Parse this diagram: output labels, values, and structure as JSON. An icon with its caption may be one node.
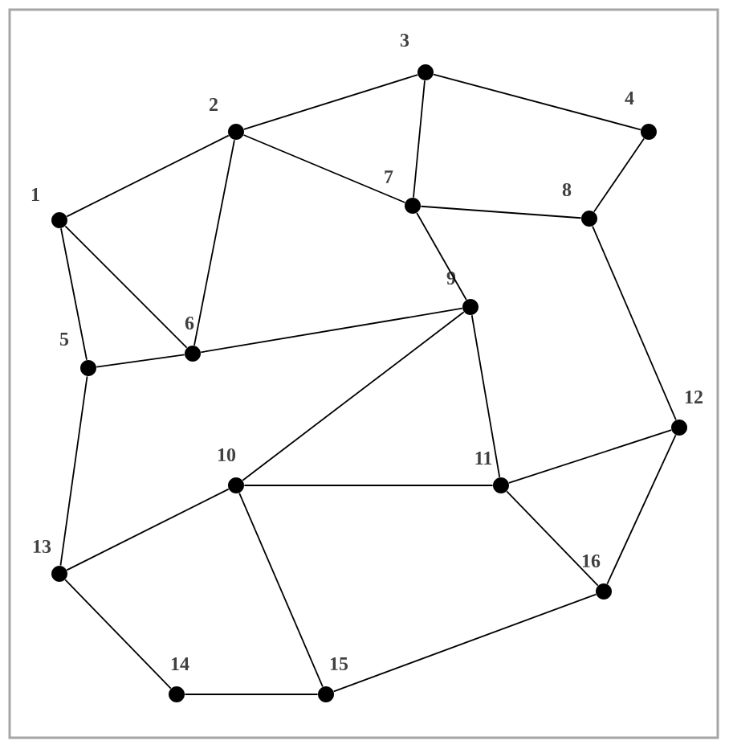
{
  "diagram": {
    "nodes": [
      {
        "text": [],
        "shape": "circle",
        "beside": [
          "1"
        ]
      },
      {
        "text": [],
        "shape": "circle",
        "beside": [
          "2"
        ]
      },
      {
        "text": [],
        "shape": "circle",
        "beside": [
          "3"
        ]
      },
      {
        "text": [],
        "shape": "circle",
        "beside": [
          "4"
        ]
      },
      {
        "text": [],
        "shape": "circle",
        "beside": [
          "5"
        ]
      },
      {
        "text": [],
        "shape": "circle",
        "beside": [
          "6"
        ]
      },
      {
        "text": [],
        "shape": "circle",
        "beside": [
          "7"
        ]
      },
      {
        "text": [],
        "shape": "circle",
        "beside": [
          "8"
        ]
      },
      {
        "text": [],
        "shape": "circle",
        "beside": [
          "9"
        ]
      },
      {
        "text": [],
        "shape": "circle",
        "beside": [
          "10"
        ]
      },
      {
        "text": [],
        "shape": "circle",
        "beside": [
          "11"
        ]
      },
      {
        "text": [],
        "shape": "circle",
        "beside": [
          "12"
        ]
      },
      {
        "text": [],
        "shape": "circle",
        "beside": [
          "13"
        ]
      },
      {
        "text": [],
        "shape": "circle",
        "beside": [
          "14"
        ]
      },
      {
        "text": [],
        "shape": "circle",
        "beside": [
          "15"
        ]
      },
      {
        "text": [],
        "shape": "circle",
        "beside": [
          "16"
        ]
      }
    ],
    "edges": [
      {
        "from": 0,
        "to": 1,
        "arrow": "none"
      },
      {
        "from": 1,
        "to": 2,
        "arrow": "none"
      },
      {
        "from": 2,
        "to": 3,
        "arrow": "none"
      },
      {
        "from": 0,
        "to": 5,
        "arrow": "none"
      },
      {
        "from": 0,
        "to": 4,
        "arrow": "none"
      },
      {
        "from": 1,
        "to": 5,
        "arrow": "none"
      },
      {
        "from": 1,
        "to": 6,
        "arrow": "none"
      },
      {
        "from": 2,
        "to": 6,
        "arrow": "none"
      },
      {
        "from": 3,
        "to": 7,
        "arrow": "none"
      },
      {
        "from": 6,
        "to": 7,
        "arrow": "none"
      },
      {
        "from": 6,
        "to": 8,
        "arrow": "none"
      },
      {
        "from": 4,
        "to": 5,
        "arrow": "none"
      },
      {
        "from": 5,
        "to": 8,
        "arrow": "none"
      },
      {
        "from": 7,
        "to": 11,
        "arrow": "none"
      },
      {
        "from": 8,
        "to": 10,
        "arrow": "none"
      },
      {
        "from": 8,
        "to": 9,
        "arrow": "none"
      },
      {
        "from": 4,
        "to": 12,
        "arrow": "none"
      },
      {
        "from": 9,
        "to": 10,
        "arrow": "none"
      },
      {
        "from": 10,
        "to": 11,
        "arrow": "none"
      },
      {
        "from": 10,
        "to": 15,
        "arrow": "none"
      },
      {
        "from": 11,
        "to": 15,
        "arrow": "none"
      },
      {
        "from": 9,
        "to": 12,
        "arrow": "none"
      },
      {
        "from": 9,
        "to": 14,
        "arrow": "none"
      },
      {
        "from": 12,
        "to": 13,
        "arrow": "none"
      },
      {
        "from": 13,
        "to": 14,
        "arrow": "none"
      },
      {
        "from": 14,
        "to": 15,
        "arrow": "none"
      }
    ]
  }
}
